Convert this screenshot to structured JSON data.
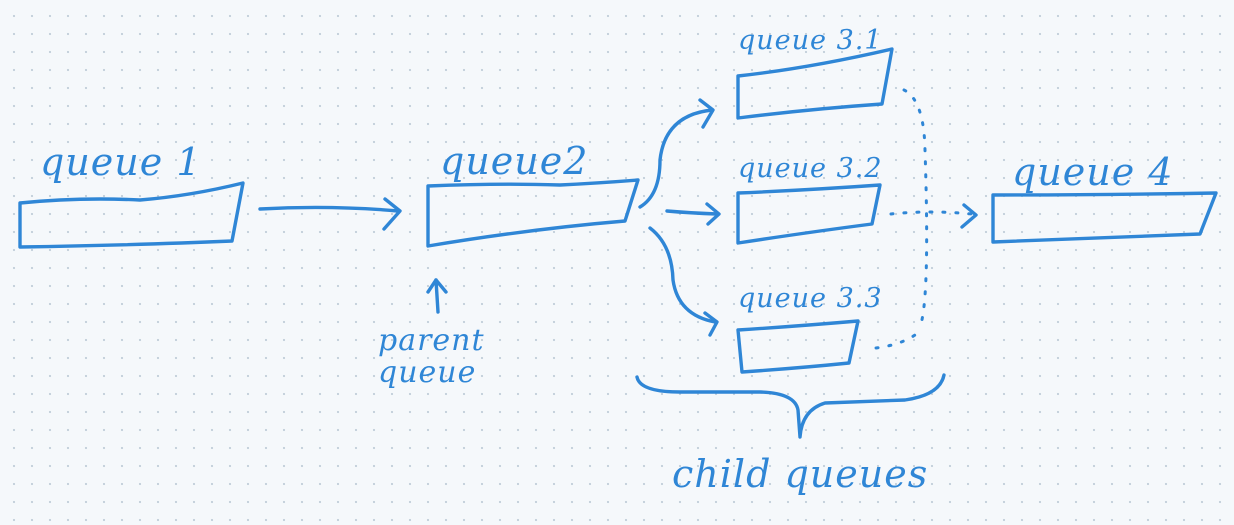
{
  "queues": {
    "q1": "queue 1",
    "q2": "queue2",
    "q31": "queue 3.1",
    "q32": "queue 3.2",
    "q33": "queue 3.3",
    "q4": "queue 4"
  },
  "annotations": {
    "parent_line1": "parent",
    "parent_line2": "queue",
    "children": "child  queues"
  },
  "colors": {
    "ink": "#2f86d6",
    "paper": "#f5f8fb",
    "grid_dots": "#c4d0db"
  }
}
